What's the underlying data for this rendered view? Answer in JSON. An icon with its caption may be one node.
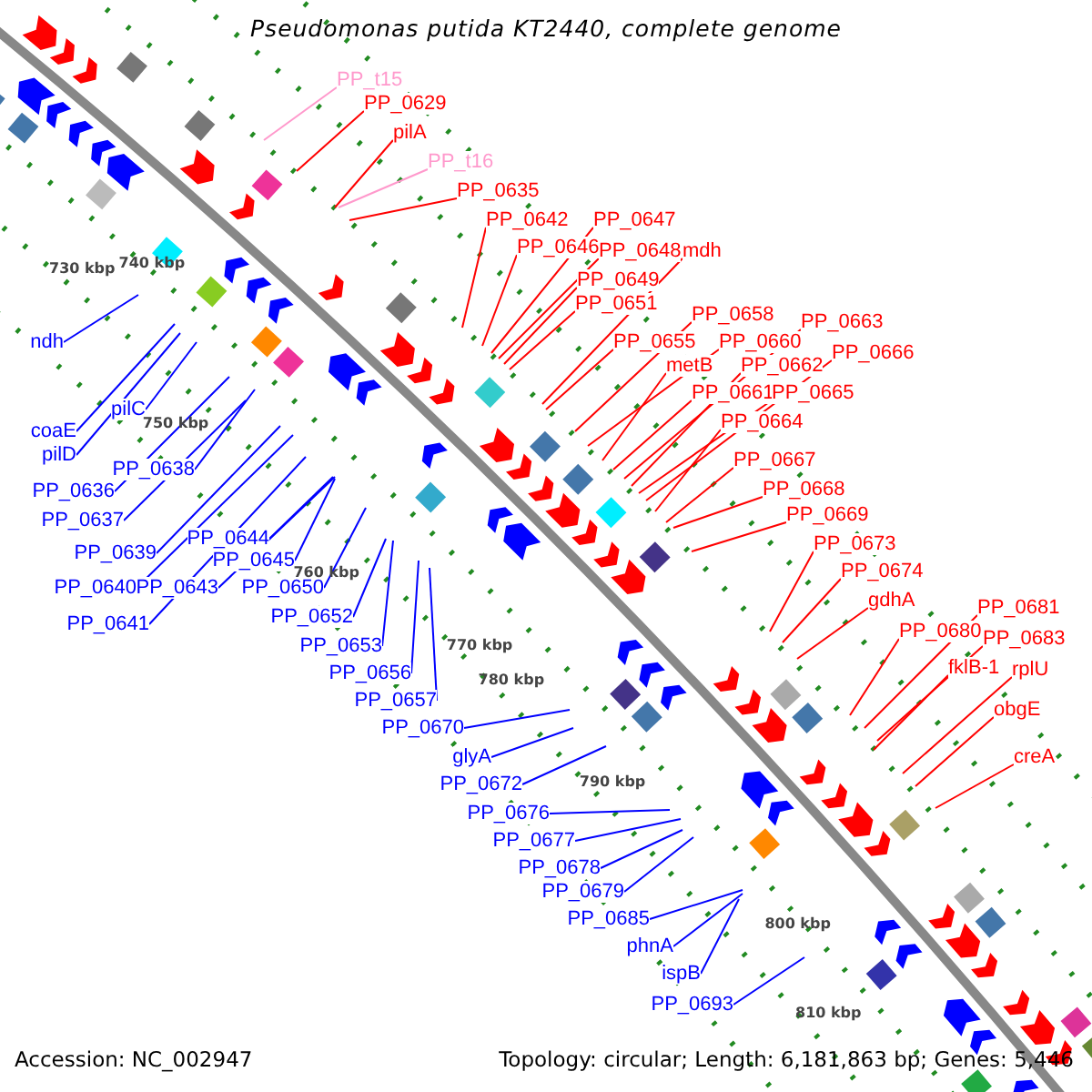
{
  "diagram": {
    "title": "Pseudomonas putida KT2440, complete genome",
    "nodes": [
      {
        "text": [
          "PP_t15"
        ]
      },
      {
        "text": [
          "PP_0629"
        ]
      },
      {
        "text": [
          "pilA"
        ]
      },
      {
        "text": [
          "PP_t16"
        ]
      },
      {
        "text": [
          "PP_0635"
        ]
      },
      {
        "text": [
          "PP_0642"
        ]
      },
      {
        "text": [
          "PP_0646"
        ]
      },
      {
        "text": [
          "PP_0647"
        ]
      },
      {
        "text": [
          "PP_0648"
        ]
      },
      {
        "text": [
          "mdh"
        ]
      },
      {
        "text": [
          "PP_0649"
        ]
      },
      {
        "text": [
          "PP_0651"
        ]
      },
      {
        "text": [
          "PP_0658"
        ]
      },
      {
        "text": [
          "PP_0655"
        ]
      },
      {
        "text": [
          "PP_0660"
        ]
      },
      {
        "text": [
          "PP_0663"
        ]
      },
      {
        "text": [
          "metB"
        ]
      },
      {
        "text": [
          "PP_0662"
        ]
      },
      {
        "text": [
          "PP_0666"
        ]
      },
      {
        "text": [
          "PP_0661"
        ]
      },
      {
        "text": [
          "PP_0665"
        ]
      },
      {
        "text": [
          "PP_0664"
        ]
      },
      {
        "text": [
          "PP_0667"
        ]
      },
      {
        "text": [
          "PP_0668"
        ]
      },
      {
        "text": [
          "PP_0669"
        ]
      },
      {
        "text": [
          "PP_0673"
        ]
      },
      {
        "text": [
          "PP_0674"
        ]
      },
      {
        "text": [
          "gdhA"
        ]
      },
      {
        "text": [
          "PP_0680"
        ]
      },
      {
        "text": [
          "PP_0681"
        ]
      },
      {
        "text": [
          "PP_0683"
        ]
      },
      {
        "text": [
          "fklB-1"
        ]
      },
      {
        "text": [
          "rplU"
        ]
      },
      {
        "text": [
          "obgE"
        ]
      },
      {
        "text": [
          "creA"
        ]
      },
      {
        "text": [
          "ndh"
        ]
      },
      {
        "text": [
          "pilC"
        ]
      },
      {
        "text": [
          "coaE"
        ]
      },
      {
        "text": [
          "pilD"
        ]
      },
      {
        "text": [
          "PP_0638"
        ]
      },
      {
        "text": [
          "PP_0636"
        ]
      },
      {
        "text": [
          "PP_0637"
        ]
      },
      {
        "text": [
          "PP_0644"
        ]
      },
      {
        "text": [
          "PP_0639"
        ]
      },
      {
        "text": [
          "PP_0645"
        ]
      },
      {
        "text": [
          "PP_0640"
        ]
      },
      {
        "text": [
          "PP_0643"
        ]
      },
      {
        "text": [
          "PP_0650"
        ]
      },
      {
        "text": [
          "PP_0641"
        ]
      },
      {
        "text": [
          "PP_0652"
        ]
      },
      {
        "text": [
          "PP_0653"
        ]
      },
      {
        "text": [
          "PP_0656"
        ]
      },
      {
        "text": [
          "PP_0657"
        ]
      },
      {
        "text": [
          "PP_0670"
        ]
      },
      {
        "text": [
          "glyA"
        ]
      },
      {
        "text": [
          "PP_0672"
        ]
      },
      {
        "text": [
          "PP_0676"
        ]
      },
      {
        "text": [
          "PP_0677"
        ]
      },
      {
        "text": [
          "PP_0678"
        ]
      },
      {
        "text": [
          "PP_0679"
        ]
      },
      {
        "text": [
          "PP_0685"
        ]
      },
      {
        "text": [
          "phnA"
        ]
      },
      {
        "text": [
          "ispB"
        ]
      },
      {
        "text": [
          "PP_0693"
        ]
      }
    ],
    "edges": [
      {
        "from": 0,
        "to": null,
        "arrow": "none",
        "color": "#ff99cc"
      },
      {
        "from": 1,
        "to": null,
        "arrow": "none"
      },
      {
        "from": 2,
        "to": null,
        "arrow": "none"
      },
      {
        "from": 3,
        "to": null,
        "arrow": "none",
        "color": "#ff99cc"
      },
      {
        "from": 4,
        "to": null,
        "arrow": "none"
      },
      {
        "from": 5,
        "to": null,
        "arrow": "none"
      },
      {
        "from": 6,
        "to": null,
        "arrow": "none"
      },
      {
        "from": 7,
        "to": null,
        "arrow": "none"
      },
      {
        "from": 8,
        "to": null,
        "arrow": "none"
      },
      {
        "from": 9,
        "to": null,
        "arrow": "none"
      },
      {
        "from": 10,
        "to": null,
        "arrow": "none"
      },
      {
        "from": 11,
        "to": null,
        "arrow": "none"
      },
      {
        "from": 12,
        "to": null,
        "arrow": "none"
      },
      {
        "from": 13,
        "to": null,
        "arrow": "none"
      },
      {
        "from": 14,
        "to": null,
        "arrow": "none"
      },
      {
        "from": 15,
        "to": null,
        "arrow": "none"
      },
      {
        "from": 16,
        "to": null,
        "arrow": "none"
      },
      {
        "from": 17,
        "to": null,
        "arrow": "none"
      },
      {
        "from": 18,
        "to": null,
        "arrow": "none"
      },
      {
        "from": 19,
        "to": null,
        "arrow": "none"
      },
      {
        "from": 20,
        "to": null,
        "arrow": "none"
      },
      {
        "from": 21,
        "to": null,
        "arrow": "none"
      },
      {
        "from": 22,
        "to": null,
        "arrow": "none"
      },
      {
        "from": 23,
        "to": null,
        "arrow": "none"
      },
      {
        "from": 24,
        "to": null,
        "arrow": "none"
      },
      {
        "from": 25,
        "to": null,
        "arrow": "none"
      },
      {
        "from": 26,
        "to": null,
        "arrow": "none"
      },
      {
        "from": 27,
        "to": null,
        "arrow": "none"
      },
      {
        "from": 28,
        "to": null,
        "arrow": "none"
      },
      {
        "from": 29,
        "to": null,
        "arrow": "none"
      },
      {
        "from": 30,
        "to": null,
        "arrow": "none"
      },
      {
        "from": 31,
        "to": null,
        "arrow": "none"
      },
      {
        "from": 32,
        "to": null,
        "arrow": "none"
      },
      {
        "from": 33,
        "to": null,
        "arrow": "none"
      },
      {
        "from": 34,
        "to": null,
        "arrow": "none"
      },
      {
        "from": 35,
        "to": null,
        "arrow": "none",
        "color": "#0000ff"
      },
      {
        "from": 36,
        "to": null,
        "arrow": "none",
        "color": "#0000ff"
      },
      {
        "from": 37,
        "to": null,
        "arrow": "none",
        "color": "#0000ff"
      },
      {
        "from": 38,
        "to": null,
        "arrow": "none",
        "color": "#0000ff"
      },
      {
        "from": 39,
        "to": null,
        "arrow": "none",
        "color": "#0000ff"
      },
      {
        "from": 40,
        "to": null,
        "arrow": "none",
        "color": "#0000ff"
      },
      {
        "from": 41,
        "to": null,
        "arrow": "none",
        "color": "#0000ff"
      },
      {
        "from": 42,
        "to": null,
        "arrow": "none",
        "color": "#0000ff"
      },
      {
        "from": 43,
        "to": null,
        "arrow": "none",
        "color": "#0000ff"
      },
      {
        "from": 44,
        "to": null,
        "arrow": "none",
        "color": "#0000ff"
      },
      {
        "from": 45,
        "to": null,
        "arrow": "none",
        "color": "#0000ff"
      },
      {
        "from": 46,
        "to": null,
        "arrow": "none",
        "color": "#0000ff"
      },
      {
        "from": 47,
        "to": null,
        "arrow": "none",
        "color": "#0000ff"
      },
      {
        "from": 48,
        "to": null,
        "arrow": "none",
        "color": "#0000ff"
      },
      {
        "from": 49,
        "to": null,
        "arrow": "none",
        "color": "#0000ff"
      },
      {
        "from": 50,
        "to": null,
        "arrow": "none",
        "color": "#0000ff"
      },
      {
        "from": 51,
        "to": null,
        "arrow": "none",
        "color": "#0000ff"
      },
      {
        "from": 52,
        "to": null,
        "arrow": "none",
        "color": "#0000ff"
      },
      {
        "from": 53,
        "to": null,
        "arrow": "none",
        "color": "#0000ff"
      },
      {
        "from": 54,
        "to": null,
        "arrow": "none",
        "color": "#0000ff"
      },
      {
        "from": 55,
        "to": null,
        "arrow": "none",
        "color": "#0000ff"
      },
      {
        "from": 56,
        "to": null,
        "arrow": "none",
        "color": "#0000ff"
      },
      {
        "from": 57,
        "to": null,
        "arrow": "none",
        "color": "#0000ff"
      },
      {
        "from": 58,
        "to": null,
        "arrow": "none",
        "color": "#0000ff"
      },
      {
        "from": 59,
        "to": null,
        "arrow": "none",
        "color": "#0000ff"
      },
      {
        "from": 60,
        "to": null,
        "arrow": "none",
        "color": "#0000ff"
      },
      {
        "from": 61,
        "to": null,
        "arrow": "none",
        "color": "#0000ff"
      },
      {
        "from": 62,
        "to": null,
        "arrow": "none",
        "color": "#0000ff"
      },
      {
        "from": 63,
        "to": null,
        "arrow": "none",
        "color": "#0000ff"
      }
    ],
    "labels": [
      "730 kbp",
      "740 kbp",
      "750 kbp",
      "760 kbp",
      "770 kbp",
      "780 kbp",
      "790 kbp",
      "800 kbp",
      "810 kbp",
      "Accession: NC_002947",
      "Topology: circular; Length: 6,181,863 bp; Genes: 5,446"
    ]
  }
}
